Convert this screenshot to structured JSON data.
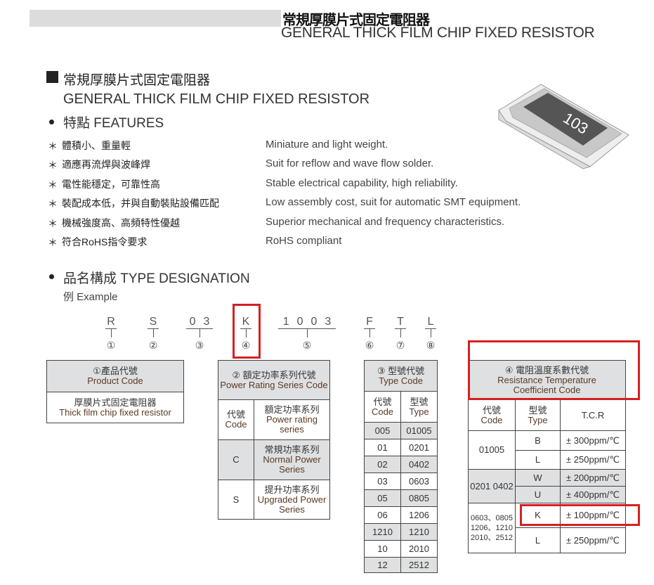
{
  "header": {
    "title_cn": "常規厚膜片式固定電阻器",
    "title_en": "GENERAL THICK FILM CHIP FIXED RESISTOR"
  },
  "section": {
    "title_cn": "常規厚膜片式固定電阻器",
    "title_en": "GENERAL THICK FILM CHIP FIXED RESISTOR"
  },
  "features": {
    "heading": "特點 FEATURES",
    "bullet": "＊",
    "items": [
      {
        "cn": "體積小、重量輕",
        "en": "Miniature and light weight."
      },
      {
        "cn": "適應再流焊與波峰焊",
        "en": "Suit for reflow and wave flow solder."
      },
      {
        "cn": "電性能穩定，可靠性高",
        "en": "Stable electrical capability, high reliability."
      },
      {
        "cn": "裝配成本低，并與自動裝貼設備匹配",
        "en": "Low assembly cost, suit for automatic SMT equipment."
      },
      {
        "cn": "機械強度高、高頻特性優越",
        "en": "Superior mechanical and frequency characteristics."
      },
      {
        "cn": "符合RoHS指令要求",
        "en": "RoHS compliant"
      }
    ]
  },
  "resistor_marking": "103",
  "designation": {
    "heading": "品名構成 TYPE DESIGNATION",
    "example": "例 Example",
    "codes": [
      "R",
      "S",
      "03",
      "K",
      "1003",
      "F",
      "T",
      "L"
    ],
    "numbers": [
      "①",
      "②",
      "③",
      "④",
      "⑤",
      "⑥",
      "⑦",
      "⑧"
    ]
  },
  "table1": {
    "h_cn": "①產品代號",
    "h_en": "Product Code",
    "v_cn": "厚膜片式固定電阻器",
    "v_en": "Thick film chip fixed resistor"
  },
  "table2": {
    "h_cn": "② 額定功率系列代號",
    "h_en": "Power Rating Series Code",
    "c1_cn": "代號",
    "c1_en": "Code",
    "c2_cn": "額定功率系列",
    "c2_en": "Power rating series",
    "rows": [
      {
        "code": "C",
        "cn": "常規功率系列",
        "en": "Normal Power Series"
      },
      {
        "code": "S",
        "cn": "提升功率系列",
        "en": "Upgraded Power Series"
      }
    ]
  },
  "table3": {
    "h_cn": "③ 型號代號",
    "h_en": "Type Code",
    "c1_cn": "代號",
    "c1_en": "Code",
    "c2_cn": "型號",
    "c2_en": "Type",
    "rows": [
      [
        "005",
        "01005"
      ],
      [
        "01",
        "0201"
      ],
      [
        "02",
        "0402"
      ],
      [
        "03",
        "0603"
      ],
      [
        "05",
        "0805"
      ],
      [
        "06",
        "1206"
      ],
      [
        "1210",
        "1210"
      ],
      [
        "10",
        "2010"
      ],
      [
        "12",
        "2512"
      ]
    ]
  },
  "table4": {
    "h_cn": "④ 電阻溫度系數代號",
    "h_en": "Resistance Temperature Coefficient Code",
    "c1_cn": "代號",
    "c1_en": "Code",
    "c2_cn": "型號",
    "c2_en": "Type",
    "c3": "T.C.R",
    "groups": [
      {
        "code": "01005",
        "rows": [
          [
            "B",
            "± 300ppm/℃"
          ],
          [
            "L",
            "± 250ppm/℃"
          ]
        ]
      },
      {
        "code": "0201 0402",
        "rows": [
          [
            "W",
            "± 200ppm/℃"
          ],
          [
            "U",
            "± 400ppm/℃"
          ]
        ]
      },
      {
        "code": "0603、0805 1206、1210 2010、2512",
        "rows": [
          [
            "K",
            "± 100ppm/℃"
          ],
          [
            "L",
            "± 250ppm/℃"
          ]
        ]
      }
    ]
  },
  "colors": {
    "highlight": "#d62020",
    "header_gray": "#dfe0e1"
  }
}
